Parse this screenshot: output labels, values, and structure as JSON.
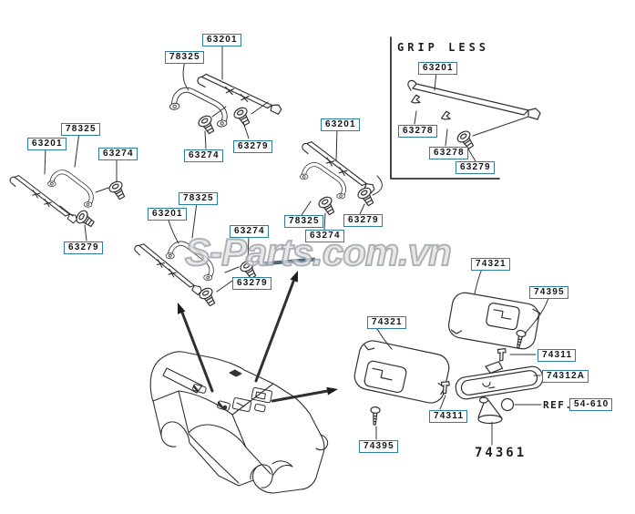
{
  "watermark": {
    "text": "S-Parts.com.vn"
  },
  "grip_less_section": {
    "title": "GRIP LESS"
  },
  "annotations": {
    "ref_prefix": "REF.",
    "mirror_base_part": "74361"
  },
  "part_labels": [
    {
      "part": "63201",
      "group": "roof-grip-top"
    },
    {
      "part": "78325",
      "group": "roof-grip-top"
    },
    {
      "part": "63274",
      "group": "roof-grip-top"
    },
    {
      "part": "63279",
      "group": "roof-grip-top"
    },
    {
      "part": "78325",
      "group": "roof-grip-left"
    },
    {
      "part": "63201",
      "group": "roof-grip-left"
    },
    {
      "part": "63274",
      "group": "roof-grip-left"
    },
    {
      "part": "63279",
      "group": "roof-grip-left"
    },
    {
      "part": "78325",
      "group": "roof-grip-center"
    },
    {
      "part": "63201",
      "group": "roof-grip-center"
    },
    {
      "part": "63274",
      "group": "roof-grip-center"
    },
    {
      "part": "63279",
      "group": "roof-grip-center"
    },
    {
      "part": "63201",
      "group": "roof-grip-right"
    },
    {
      "part": "78325",
      "group": "roof-grip-right"
    },
    {
      "part": "63279",
      "group": "roof-grip-right"
    },
    {
      "part": "63274",
      "group": "roof-grip-right"
    },
    {
      "part": "63201",
      "group": "grip-less"
    },
    {
      "part": "63278",
      "group": "grip-less"
    },
    {
      "part": "63278",
      "group": "grip-less"
    },
    {
      "part": "63279",
      "group": "grip-less"
    },
    {
      "part": "74321",
      "group": "sun-visor-right"
    },
    {
      "part": "74395",
      "group": "sun-visor-right"
    },
    {
      "part": "74321",
      "group": "sun-visor-left"
    },
    {
      "part": "74311",
      "group": "sun-visor-right"
    },
    {
      "part": "74312A",
      "group": "rear-view-mirror"
    },
    {
      "part": "74311",
      "group": "sun-visor-left"
    },
    {
      "part": "54-610",
      "group": "reference"
    },
    {
      "part": "74395",
      "group": "sun-visor-left"
    }
  ]
}
